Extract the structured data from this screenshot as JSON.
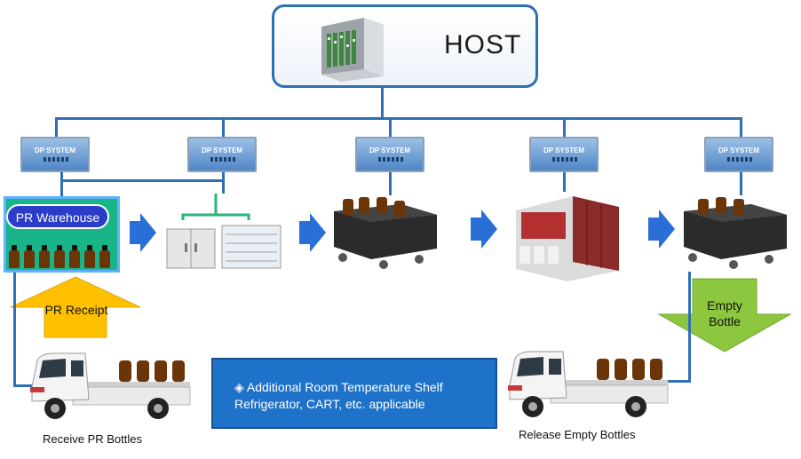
{
  "host": {
    "label": "HOST"
  },
  "dp_systems": [
    {
      "label": "DP SYSTEM"
    },
    {
      "label": "DP SYSTEM"
    },
    {
      "label": "DP SYSTEM"
    },
    {
      "label": "DP SYSTEM"
    },
    {
      "label": "DP SYSTEM"
    }
  ],
  "warehouse": {
    "label": "PR Warehouse"
  },
  "pr_receipt": {
    "label": "PR Receipt"
  },
  "empty_bottle": {
    "line1": "Empty",
    "line2": "Bottle"
  },
  "note": {
    "line1": "◈ Additional Room Temperature Shelf",
    "line2": "Refrigerator, CART, etc. applicable"
  },
  "captions": {
    "receive": "Receive PR Bottles",
    "release": "Release Empty Bottles"
  },
  "colors": {
    "line": "#2e6fb5",
    "warehouse": "#19b589",
    "arrow_blue": "#2a6ed8",
    "arrow_yellow": "#ffc000",
    "arrow_green": "#8dc63f",
    "note_bg": "#1f72c9"
  }
}
